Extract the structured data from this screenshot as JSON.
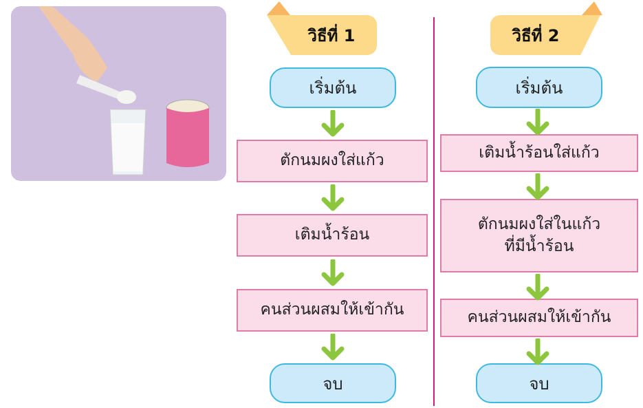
{
  "method1": {
    "title": "วิธีที่ 1",
    "start": "เริ่มต้น",
    "steps": [
      "ตักนมผงใส่แก้ว",
      "เติมน้ำร้อน",
      "คนส่วนผสมให้เข้ากัน"
    ],
    "end": "จบ"
  },
  "method2": {
    "title": "วิธีที่ 2",
    "start": "เริ่มต้น",
    "steps": [
      "เติมน้ำร้อนใส่แก้ว",
      "ตักนมผงใส่ในแก้ว\nที่มีน้ำร้อน",
      "คนส่วนผสมให้เข้ากัน"
    ],
    "end": "จบ"
  },
  "colors": {
    "terminal_fill": "#cdeafa",
    "step_fill": "#fbdde9",
    "arrow": "#8cc63f",
    "divider": "#d6197a",
    "ribbon": "#fdd98a"
  }
}
